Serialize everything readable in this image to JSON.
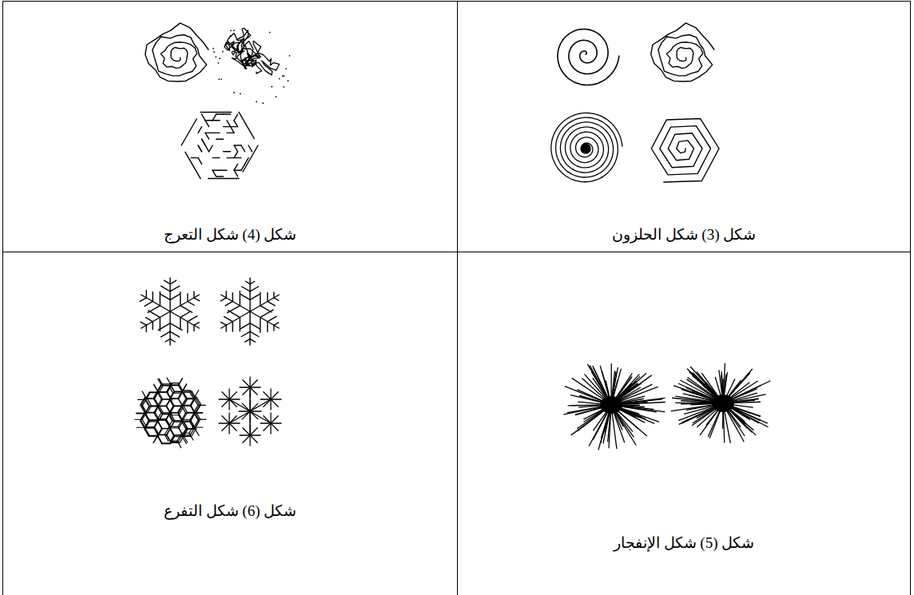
{
  "diagram": {
    "nodes": [
      {
        "text": [
          "شكل (3) شكل الحلزون"
        ]
      },
      {
        "text": [
          "شكل (4) شكل التعرج"
        ]
      },
      {
        "text": [
          "شكل (5) شكل الإنفجار"
        ]
      },
      {
        "text": [
          "شكل (6) شكل التفرع"
        ]
      }
    ]
  }
}
